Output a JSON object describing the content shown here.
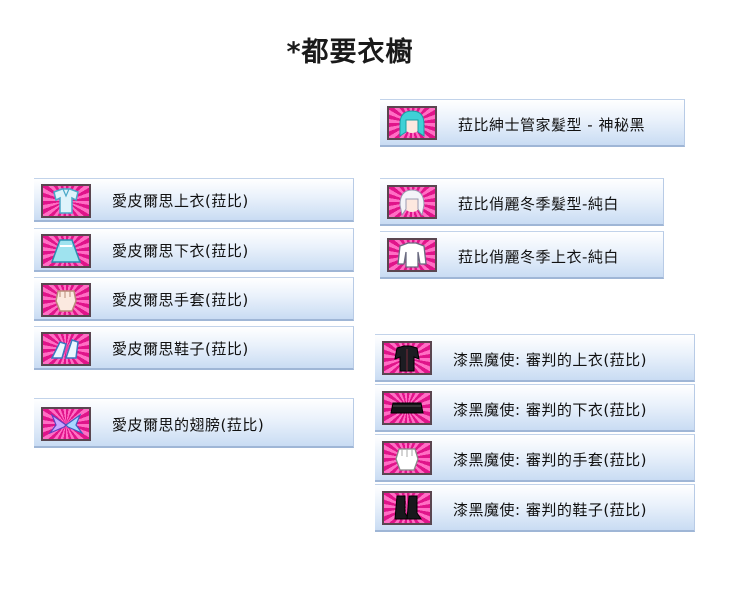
{
  "page": {
    "title": "*都要衣櫥"
  },
  "left_group": {
    "items": [
      {
        "label": "愛皮爾思上衣(菈比)",
        "icon": "top-clothing-icon"
      },
      {
        "label": "愛皮爾思下衣(菈比)",
        "icon": "skirt-icon"
      },
      {
        "label": "愛皮爾思手套(菈比)",
        "icon": "glove-icon"
      },
      {
        "label": "愛皮爾思鞋子(菈比)",
        "icon": "shoes-icon"
      }
    ],
    "wings": {
      "label": "愛皮爾思的翅膀(菈比)",
      "icon": "wings-icon"
    }
  },
  "right_group": {
    "hair_butler": {
      "label": "菈比紳士管家髮型 - 神秘黑",
      "icon": "hair-icon"
    },
    "winter_items": [
      {
        "label": "菈比俏麗冬季髮型-純白",
        "icon": "hair-icon"
      },
      {
        "label": "菈比俏麗冬季上衣-純白",
        "icon": "top-clothing-icon"
      }
    ],
    "dark_angel_items": [
      {
        "label": "漆黑魔使: 審判的上衣(菈比)",
        "icon": "top-clothing-icon"
      },
      {
        "label": "漆黑魔使: 審判的下衣(菈比)",
        "icon": "skirt-icon"
      },
      {
        "label": "漆黑魔使: 審判的手套(菈比)",
        "icon": "glove-icon"
      },
      {
        "label": "漆黑魔使: 審判的鞋子(菈比)",
        "icon": "boots-icon"
      }
    ]
  },
  "colors": {
    "thumb_pink": "#e0148a",
    "thumb_light_pink": "#ff6ec4",
    "row_blue": "#c9dcf3",
    "border_blue": "#9fb6d6"
  }
}
